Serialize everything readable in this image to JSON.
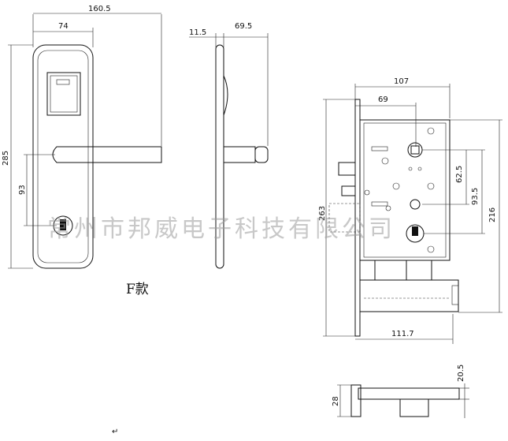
{
  "dimensions": {
    "overall_width": "160.5",
    "handle_offset": "74",
    "plate_height": "285",
    "handle_to_cylinder": "93",
    "plate_thickness": "11.5",
    "handle_projection": "69.5",
    "lock_width": "107",
    "backset": "69",
    "lock_height": "216",
    "hub_spacing_a": "62.5",
    "hub_spacing_b": "93.5",
    "faceplate_height": "263",
    "strike_width": "111.7",
    "strike_offset": "20.5",
    "strike_depth": "28"
  },
  "model_label": "F款",
  "watermark": "常州市邦威电子科技有限公司",
  "return_mark": "↵"
}
